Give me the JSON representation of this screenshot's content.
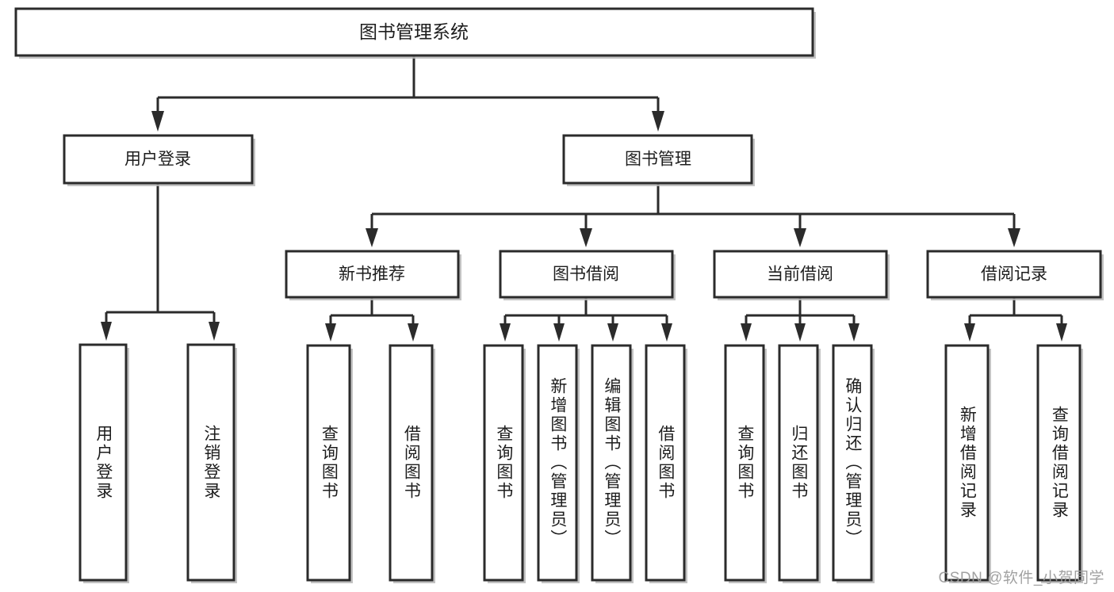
{
  "diagram": {
    "type": "tree",
    "title": "图书管理系统",
    "watermark": "CSDN @软件_小贺同学",
    "colors": {
      "background": "#ffffff",
      "box_fill": "#ffffff",
      "box_stroke": "#2b2b2b",
      "text": "#1d1d1d",
      "watermark": "#9d9d9d"
    },
    "levels": {
      "root": {
        "label": "图书管理系统"
      },
      "level2": [
        {
          "label": "用户登录"
        },
        {
          "label": "图书管理"
        }
      ],
      "level3": [
        {
          "label": "新书推荐"
        },
        {
          "label": "图书借阅"
        },
        {
          "label": "当前借阅"
        },
        {
          "label": "借阅记录"
        }
      ],
      "leaves": [
        {
          "label": "用户登录",
          "parent": "用户登录"
        },
        {
          "label": "注销登录",
          "parent": "用户登录"
        },
        {
          "label": "查询图书",
          "parent": "新书推荐"
        },
        {
          "label": "借阅图书",
          "parent": "新书推荐"
        },
        {
          "label": "查询图书",
          "parent": "图书借阅"
        },
        {
          "label": "新增图书（管理员）",
          "parent": "图书借阅"
        },
        {
          "label": "编辑图书（管理员）",
          "parent": "图书借阅"
        },
        {
          "label": "借阅图书",
          "parent": "图书借阅"
        },
        {
          "label": "查询图书",
          "parent": "当前借阅"
        },
        {
          "label": "归还图书",
          "parent": "当前借阅"
        },
        {
          "label": "确认归还（管理员）",
          "parent": "当前借阅"
        },
        {
          "label": "新增借阅记录",
          "parent": "借阅记录"
        },
        {
          "label": "查询借阅记录",
          "parent": "借阅记录"
        }
      ]
    }
  }
}
